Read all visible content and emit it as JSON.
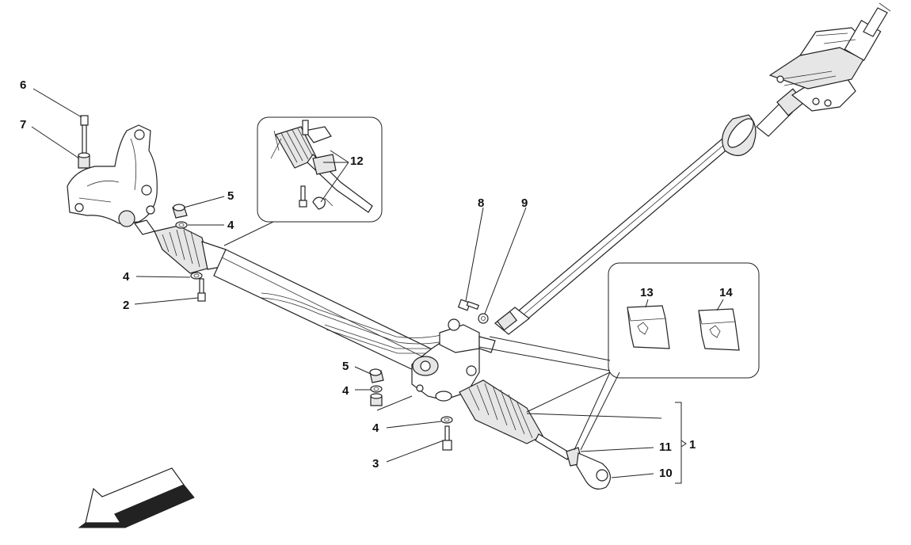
{
  "diagram": {
    "callouts": [
      {
        "id": "c6",
        "label": "6"
      },
      {
        "id": "c7",
        "label": "7"
      },
      {
        "id": "c5a",
        "label": "5"
      },
      {
        "id": "c4a",
        "label": "4"
      },
      {
        "id": "c4b",
        "label": "4"
      },
      {
        "id": "c2",
        "label": "2"
      },
      {
        "id": "c12",
        "label": "12"
      },
      {
        "id": "c8",
        "label": "8"
      },
      {
        "id": "c9",
        "label": "9"
      },
      {
        "id": "c13",
        "label": "13"
      },
      {
        "id": "c14",
        "label": "14"
      },
      {
        "id": "c5b",
        "label": "5"
      },
      {
        "id": "c4c",
        "label": "4"
      },
      {
        "id": "c4d",
        "label": "4"
      },
      {
        "id": "c3",
        "label": "3"
      },
      {
        "id": "c11",
        "label": "11"
      },
      {
        "id": "c10",
        "label": "10"
      },
      {
        "id": "c1",
        "label": "1"
      }
    ]
  }
}
